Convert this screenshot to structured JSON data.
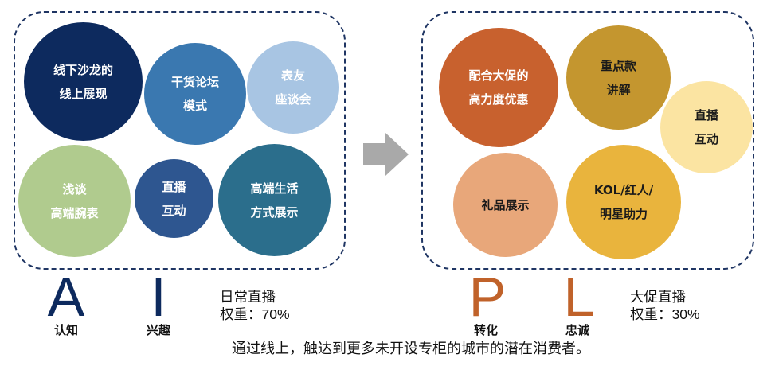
{
  "left_group": {
    "bubbles": [
      {
        "lines": [
          "线下沙龙的",
          "线上展现"
        ],
        "color": "#0d2a5e",
        "text_color": "#ffffff"
      },
      {
        "lines": [
          "干货论坛",
          "模式"
        ],
        "color": "#3a78b0",
        "text_color": "#ffffff"
      },
      {
        "lines": [
          "表友",
          "座谈会"
        ],
        "color": "#a8c5e3",
        "text_color": "#ffffff"
      },
      {
        "lines": [
          "浅谈",
          "高端腕表"
        ],
        "color": "#b0cb8e",
        "text_color": "#ffffff"
      },
      {
        "lines": [
          "直播",
          "互动"
        ],
        "color": "#2e5690",
        "text_color": "#ffffff"
      },
      {
        "lines": [
          "高端生活",
          "方式展示"
        ],
        "color": "#2b6e8c",
        "text_color": "#ffffff"
      }
    ]
  },
  "right_group": {
    "bubbles": [
      {
        "lines": [
          "配合大促的",
          "高力度优惠"
        ],
        "color": "#c8612e",
        "text_color": "#ffffff"
      },
      {
        "lines": [
          "重点款",
          "讲解"
        ],
        "color": "#c4962f",
        "text_color": "#1a1a1a"
      },
      {
        "lines": [
          "直播",
          "互动"
        ],
        "color": "#fbe4a2",
        "text_color": "#1a1a1a"
      },
      {
        "lines": [
          "礼品展示"
        ],
        "color": "#e8a77a",
        "text_color": "#1a1a1a"
      },
      {
        "lines": [
          "KOL/红人/",
          "明星助力"
        ],
        "color": "#e9b43d",
        "text_color": "#1a1a1a"
      }
    ]
  },
  "arrow": {
    "icon": "right-arrow-icon",
    "color": "#a9a9a9"
  },
  "stages": [
    {
      "letter": "A",
      "label": "认知",
      "color": "#0d2a5e"
    },
    {
      "letter": "I",
      "label": "兴趣",
      "color": "#0d2a5e"
    },
    {
      "letter": "P",
      "label": "转化",
      "color": "#c0622a"
    },
    {
      "letter": "L",
      "label": "忠诚",
      "color": "#c0622a"
    }
  ],
  "channels": [
    {
      "name": "日常直播",
      "weight": "权重：70%"
    },
    {
      "name": "大促直播",
      "weight": "权重：30%"
    }
  ],
  "footer": "通过线上，触达到更多未开设专柜的城市的潜在消费者。",
  "colors": {
    "border": "#1f3563"
  }
}
